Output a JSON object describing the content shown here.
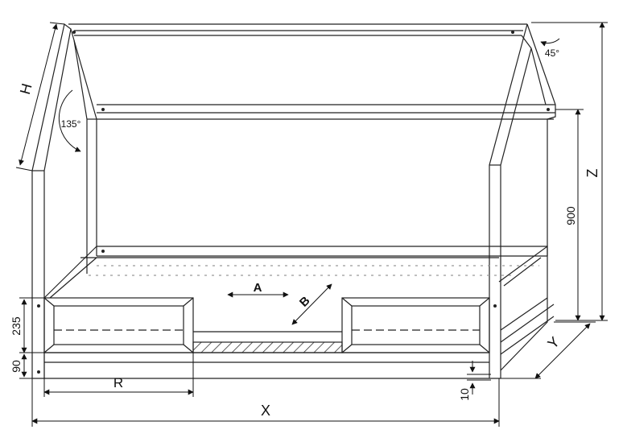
{
  "diagram": {
    "dimension_labels": {
      "h": "H",
      "z": "Z",
      "x": "X",
      "y": "Y",
      "r": "R",
      "a": "A",
      "b": "B",
      "height_900": "900",
      "height_235": "235",
      "height_90": "90",
      "gap_10": "10"
    },
    "angle_labels": {
      "left_roof": "135°",
      "right_roof": "45°"
    },
    "colors": {
      "line": "#222222",
      "background": "#ffffff"
    }
  }
}
